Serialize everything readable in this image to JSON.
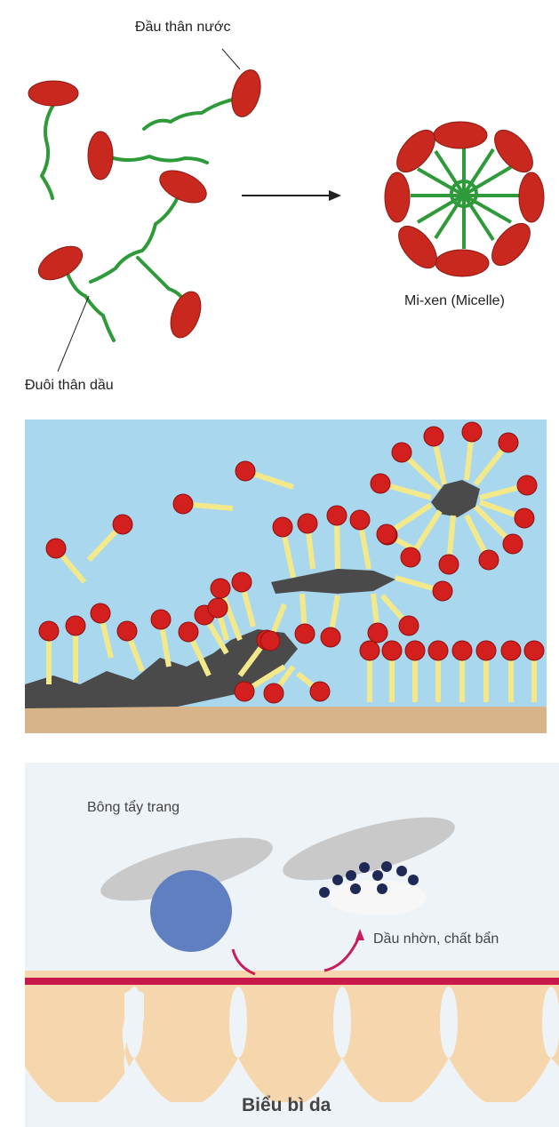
{
  "panel1": {
    "head_label": "Đầu thân nước",
    "tail_label": "Đuôi thân dầu",
    "micelle_label": "Mi-xen (Micelle)"
  },
  "panel3": {
    "pad_label": "Bông tẩy trang",
    "dirt_label": "Dầu nhờn, chất bẩn",
    "skin_label": "Biểu bì da"
  },
  "colors": {
    "head_red": "#c8281e",
    "tail_green": "#2e9a3a",
    "water_blue": "#a9d8ee",
    "dirt_gray": "#4a4a4a",
    "skin_tan": "#f5d6ad",
    "skin_line": "#c8194a"
  }
}
